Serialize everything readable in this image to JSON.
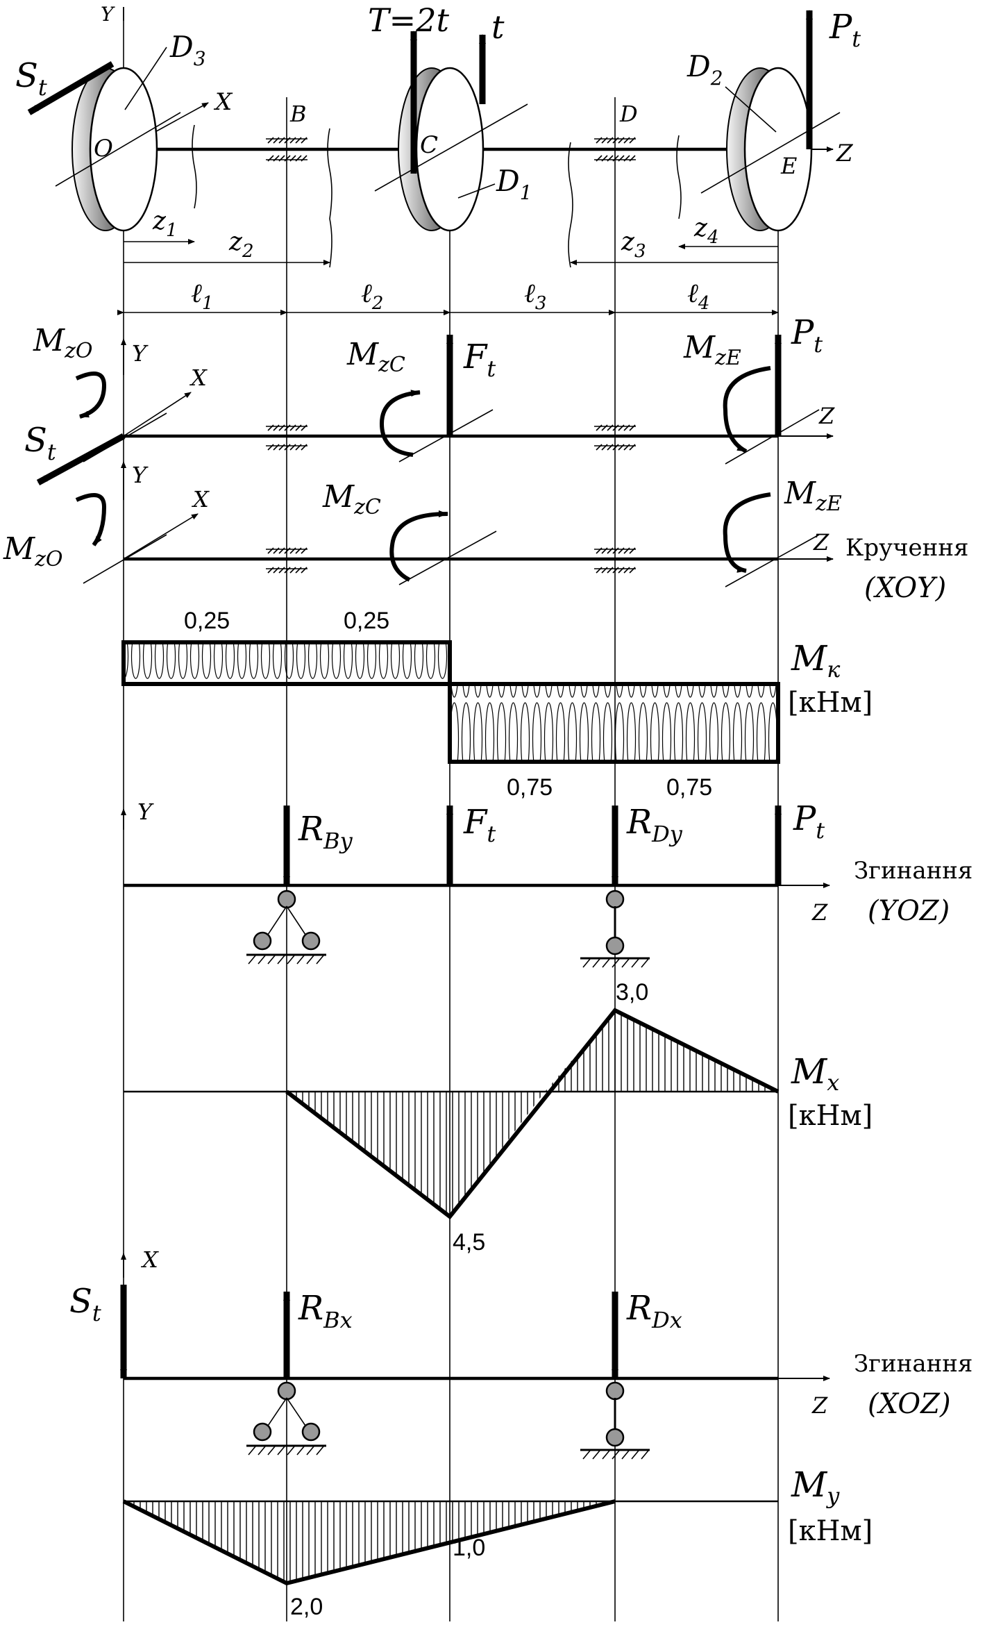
{
  "shaft_scheme": {
    "torque_label": "T=2t",
    "belt_label": "t",
    "left_force": "S",
    "left_force_sub": "t",
    "right_force": "P",
    "right_force_sub": "t",
    "disk_d3": "D",
    "disk_d3_sub": "3",
    "disk_d1": "D",
    "disk_d1_sub": "1",
    "disk_d2": "D",
    "disk_d2_sub": "2",
    "point_o": "O",
    "point_b": "B",
    "point_c": "C",
    "point_d": "D",
    "point_e": "E",
    "axis_x": "X",
    "axis_y": "Y",
    "axis_z": "Z",
    "coord_z1": "z",
    "coord_z1_sub": "1",
    "coord_z2": "z",
    "coord_z2_sub": "2",
    "coord_z3": "z",
    "coord_z3_sub": "3",
    "coord_z4": "z",
    "coord_z4_sub": "4",
    "len_l1": "ℓ",
    "len_l1_sub": "1",
    "len_l2": "ℓ",
    "len_l2_sub": "2",
    "len_l3": "ℓ",
    "len_l3_sub": "3",
    "len_l4": "ℓ",
    "len_l4_sub": "4"
  },
  "loads_scheme": {
    "m_zo": "M",
    "m_zo_sub": "zO",
    "m_zc": "M",
    "m_zc_sub": "zC",
    "m_ze": "M",
    "m_ze_sub": "zE",
    "f_t": "F",
    "f_t_sub": "t",
    "p_t": "P",
    "p_t_sub": "t",
    "s_t": "S",
    "s_t_sub": "t",
    "axis_x": "X",
    "axis_y": "Y",
    "axis_z": "Z"
  },
  "torsion_scheme": {
    "m_zo": "M",
    "m_zo_sub": "zO",
    "m_zc": "M",
    "m_zc_sub": "zC",
    "m_ze": "M",
    "m_ze_sub": "zE",
    "axis_x": "X",
    "axis_y": "Y",
    "axis_z": "Z",
    "title": "Кручення",
    "plane": "(XOY)"
  },
  "torque_diagram": {
    "label": "M",
    "label_sub": "к",
    "unit": "[кНм]",
    "left_value_1": "0,25",
    "left_value_2": "0,25",
    "right_value_1": "0,75",
    "right_value_2": "0,75"
  },
  "bending_yoz": {
    "axis_y": "Y",
    "axis_z": "Z",
    "r_by": "R",
    "r_by_sub": "By",
    "f_t": "F",
    "f_t_sub": "t",
    "r_dy": "R",
    "r_dy_sub": "Dy",
    "p_t": "P",
    "p_t_sub": "t",
    "title": "Згинання",
    "plane": "(YOZ)"
  },
  "moment_mx": {
    "label": "M",
    "label_sub": "x",
    "unit": "[кНм]",
    "peak_pos": "3,0",
    "peak_neg": "4,5"
  },
  "bending_xoz": {
    "axis_x": "X",
    "axis_z": "Z",
    "s_t": "S",
    "s_t_sub": "t",
    "r_bx": "R",
    "r_bx_sub": "Bx",
    "r_dx": "R",
    "r_dx_sub": "Dx",
    "title": "Згинання",
    "plane": "(XOZ)"
  },
  "moment_my": {
    "label": "M",
    "label_sub": "y",
    "unit": "[кНм]",
    "peak": "2,0",
    "mid_value": "1,0"
  }
}
